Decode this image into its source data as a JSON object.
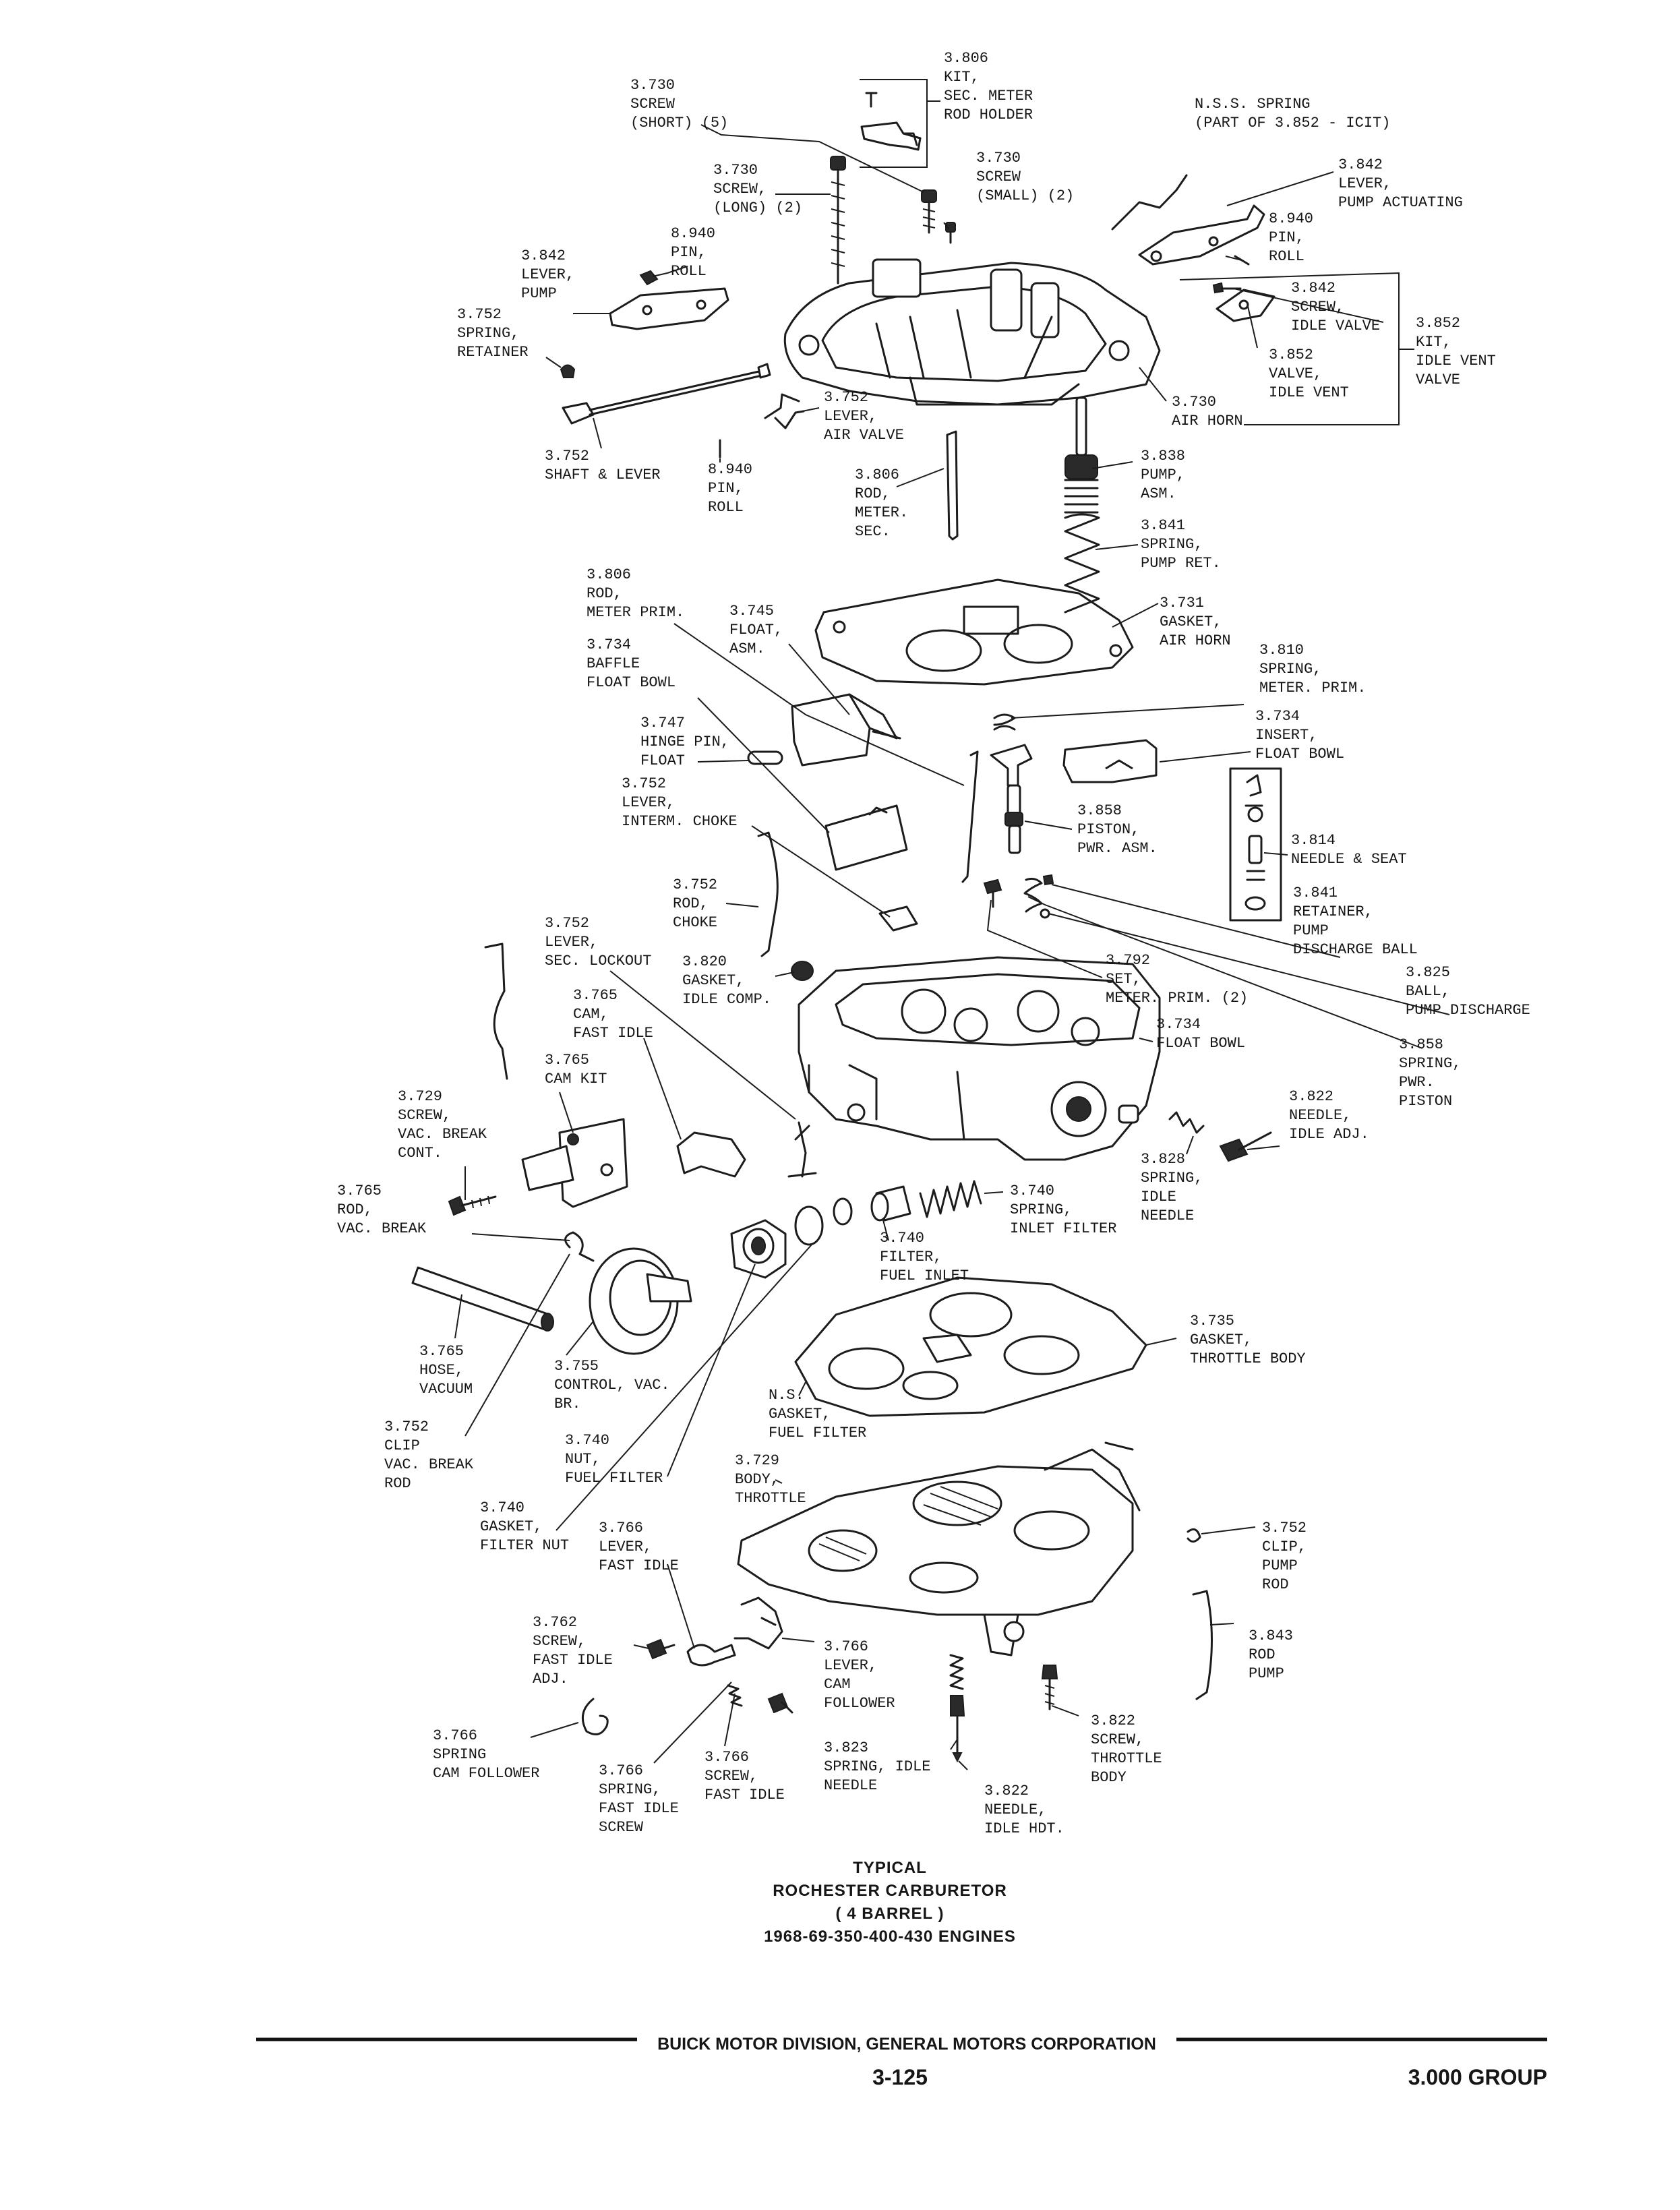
{
  "labels": [
    {
      "lines": [
        "3.806",
        "KIT,",
        "SEC. METER",
        "ROD HOLDER"
      ]
    },
    {
      "lines": [
        "3.730",
        "SCREW",
        "(SHORT) (5)"
      ]
    },
    {
      "lines": [
        "N.S.S. SPRING",
        "(PART OF 3.852 - ICIT)"
      ]
    },
    {
      "lines": [
        "3.730",
        "SCREW,",
        "(LONG) (2)"
      ]
    },
    {
      "lines": [
        "3.730",
        "SCREW",
        "(SMALL) (2)"
      ]
    },
    {
      "lines": [
        "3.842",
        "LEVER,",
        "PUMP ACTUATING"
      ]
    },
    {
      "lines": [
        "8.940",
        "PIN,",
        "ROLL"
      ]
    },
    {
      "lines": [
        "8.940",
        "PIN,",
        "ROLL"
      ]
    },
    {
      "lines": [
        "3.842",
        "LEVER,",
        "PUMP"
      ]
    },
    {
      "lines": [
        "3.842",
        "SCREW,",
        "IDLE VALVE"
      ]
    },
    {
      "lines": [
        "3.852",
        "KIT,",
        "IDLE VENT",
        "VALVE"
      ]
    },
    {
      "lines": [
        "3.752",
        "SPRING,",
        "RETAINER"
      ]
    },
    {
      "lines": [
        "3.852",
        "VALVE,",
        "IDLE VENT"
      ]
    },
    {
      "lines": [
        "3.730",
        "AIR HORN"
      ]
    },
    {
      "lines": [
        "3.752",
        "LEVER,",
        "AIR VALVE"
      ]
    },
    {
      "lines": [
        "3.752",
        "SHAFT & LEVER"
      ]
    },
    {
      "lines": [
        "8.940",
        "PIN,",
        "ROLL"
      ]
    },
    {
      "lines": [
        "3.838",
        "PUMP,",
        "ASM."
      ]
    },
    {
      "lines": [
        "3.806",
        "ROD,",
        "METER.",
        "SEC."
      ]
    },
    {
      "lines": [
        "3.841",
        "SPRING,",
        "PUMP RET."
      ]
    },
    {
      "lines": [
        "3.806",
        "ROD,",
        "METER PRIM."
      ]
    },
    {
      "lines": [
        "3.745",
        "FLOAT,",
        "ASM."
      ]
    },
    {
      "lines": [
        "3.731",
        "GASKET,",
        "AIR HORN"
      ]
    },
    {
      "lines": [
        "3.734",
        "BAFFLE",
        "FLOAT BOWL"
      ]
    },
    {
      "lines": [
        "3.810",
        "SPRING,",
        "METER. PRIM."
      ]
    },
    {
      "lines": [
        "3.747",
        "HINGE PIN,",
        "FLOAT"
      ]
    },
    {
      "lines": [
        "3.734",
        "INSERT,",
        "FLOAT BOWL"
      ]
    },
    {
      "lines": [
        "3.752",
        "LEVER,",
        "INTERM. CHOKE"
      ]
    },
    {
      "lines": [
        "3.858",
        "PISTON,",
        "PWR. ASM."
      ]
    },
    {
      "lines": [
        "3.814",
        "NEEDLE & SEAT"
      ]
    },
    {
      "lines": [
        "3.752",
        "ROD,",
        "CHOKE"
      ]
    },
    {
      "lines": [
        "3.841",
        "RETAINER,",
        "PUMP",
        "DISCHARGE BALL"
      ]
    },
    {
      "lines": [
        "3.752",
        "LEVER,",
        "SEC. LOCKOUT"
      ]
    },
    {
      "lines": [
        "3.820",
        "GASKET,",
        "IDLE COMP."
      ]
    },
    {
      "lines": [
        "3.792",
        "SET,",
        "METER. PRIM. (2)"
      ]
    },
    {
      "lines": [
        "3.825",
        "BALL,",
        "PUMP DISCHARGE"
      ]
    },
    {
      "lines": [
        "3.765",
        "CAM,",
        "FAST IDLE"
      ]
    },
    {
      "lines": [
        "3.734",
        "FLOAT BOWL"
      ]
    },
    {
      "lines": [
        "3.858",
        "SPRING,",
        "PWR.",
        "PISTON"
      ]
    },
    {
      "lines": [
        "3.765",
        "CAM KIT"
      ]
    },
    {
      "lines": [
        "3.729",
        "SCREW,",
        "VAC. BREAK",
        "CONT."
      ]
    },
    {
      "lines": [
        "3.822",
        "NEEDLE,",
        "IDLE ADJ."
      ]
    },
    {
      "lines": [
        "3.828",
        "SPRING,",
        "IDLE",
        "NEEDLE"
      ]
    },
    {
      "lines": [
        "3.765",
        "ROD,",
        "VAC. BREAK"
      ]
    },
    {
      "lines": [
        "3.740",
        "SPRING,",
        "INLET FILTER"
      ]
    },
    {
      "lines": [
        "3.740",
        "FILTER,",
        "FUEL INLET"
      ]
    },
    {
      "lines": [
        "3.765",
        "HOSE,",
        "VACUUM"
      ]
    },
    {
      "lines": [
        "3.755",
        "CONTROL, VAC.",
        "BR."
      ]
    },
    {
      "lines": [
        "3.735",
        "GASKET,",
        "THROTTLE BODY"
      ]
    },
    {
      "lines": [
        "N.S.",
        "GASKET,",
        "FUEL FILTER"
      ]
    },
    {
      "lines": [
        "3.752",
        "CLIP",
        "VAC. BREAK",
        "ROD"
      ]
    },
    {
      "lines": [
        "3.740",
        "NUT,",
        "FUEL FILTER"
      ]
    },
    {
      "lines": [
        "3.729",
        "BODY,",
        "THROTTLE"
      ]
    },
    {
      "lines": [
        "3.740",
        "GASKET,",
        "FILTER NUT"
      ]
    },
    {
      "lines": [
        "3.766",
        "LEVER,",
        "FAST IDLE"
      ]
    },
    {
      "lines": [
        "3.752",
        "CLIP,",
        "PUMP",
        "ROD"
      ]
    },
    {
      "lines": [
        "3.762",
        "SCREW,",
        "FAST IDLE",
        "ADJ."
      ]
    },
    {
      "lines": [
        "3.843",
        "ROD",
        "PUMP"
      ]
    },
    {
      "lines": [
        "3.766",
        "LEVER,",
        "CAM",
        "FOLLOWER"
      ]
    },
    {
      "lines": [
        "3.766",
        "SPRING",
        "CAM FOLLOWER"
      ]
    },
    {
      "lines": [
        "3.822",
        "SCREW,",
        "THROTTLE",
        "BODY"
      ]
    },
    {
      "lines": [
        "3.823",
        "SPRING, IDLE",
        "NEEDLE"
      ]
    },
    {
      "lines": [
        "3.766",
        "SCREW,",
        "FAST IDLE"
      ]
    },
    {
      "lines": [
        "3.766",
        "SPRING,",
        "FAST IDLE",
        "SCREW"
      ]
    },
    {
      "lines": [
        "3.822",
        "NEEDLE,",
        "IDLE HDT."
      ]
    }
  ],
  "caption": {
    "line1": "TYPICAL",
    "line2": "ROCHESTER CARBURETOR",
    "line3": "( 4 BARREL )",
    "line4": "1968-69-350-400-430 ENGINES"
  },
  "footer": {
    "company": "BUICK MOTOR DIVISION, GENERAL MOTORS CORPORATION",
    "page": "3-125",
    "group": "3.000 GROUP"
  }
}
